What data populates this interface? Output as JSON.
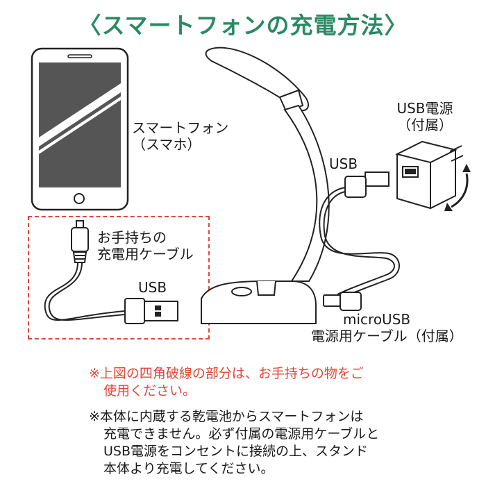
{
  "title": "〈スマートフォンの充電方法〉",
  "labels": {
    "smartphone_line1": "スマートフォン",
    "smartphone_line2": "（スマホ）",
    "own_cable_line1": "お手持ちの",
    "own_cable_line2": "充電用ケーブル",
    "usb_left": "USB",
    "usb_right": "USB",
    "adapter_line1": "USB電源",
    "adapter_line2": "（付属）",
    "micro_line1": "microUSB",
    "micro_line2": "電源用ケーブル（付属）"
  },
  "notes": {
    "note1_mark": "※",
    "note1_line1": "上図の四角破線の部分は、お手持ちの物をご",
    "note1_line2": "使用ください。",
    "note2_mark": "※",
    "note2_line1": "本体に内蔵する乾電池からスマートフォンは",
    "note2_line2": "充電できません。必ず付属の電源用ケーブルと",
    "note2_line3": "USB電源をコンセントに接続の上、スタンド",
    "note2_line4": "本体より充電してください。"
  },
  "colors": {
    "title": "#2a8a63",
    "warning": "#e0473a",
    "screen": "#555555"
  }
}
